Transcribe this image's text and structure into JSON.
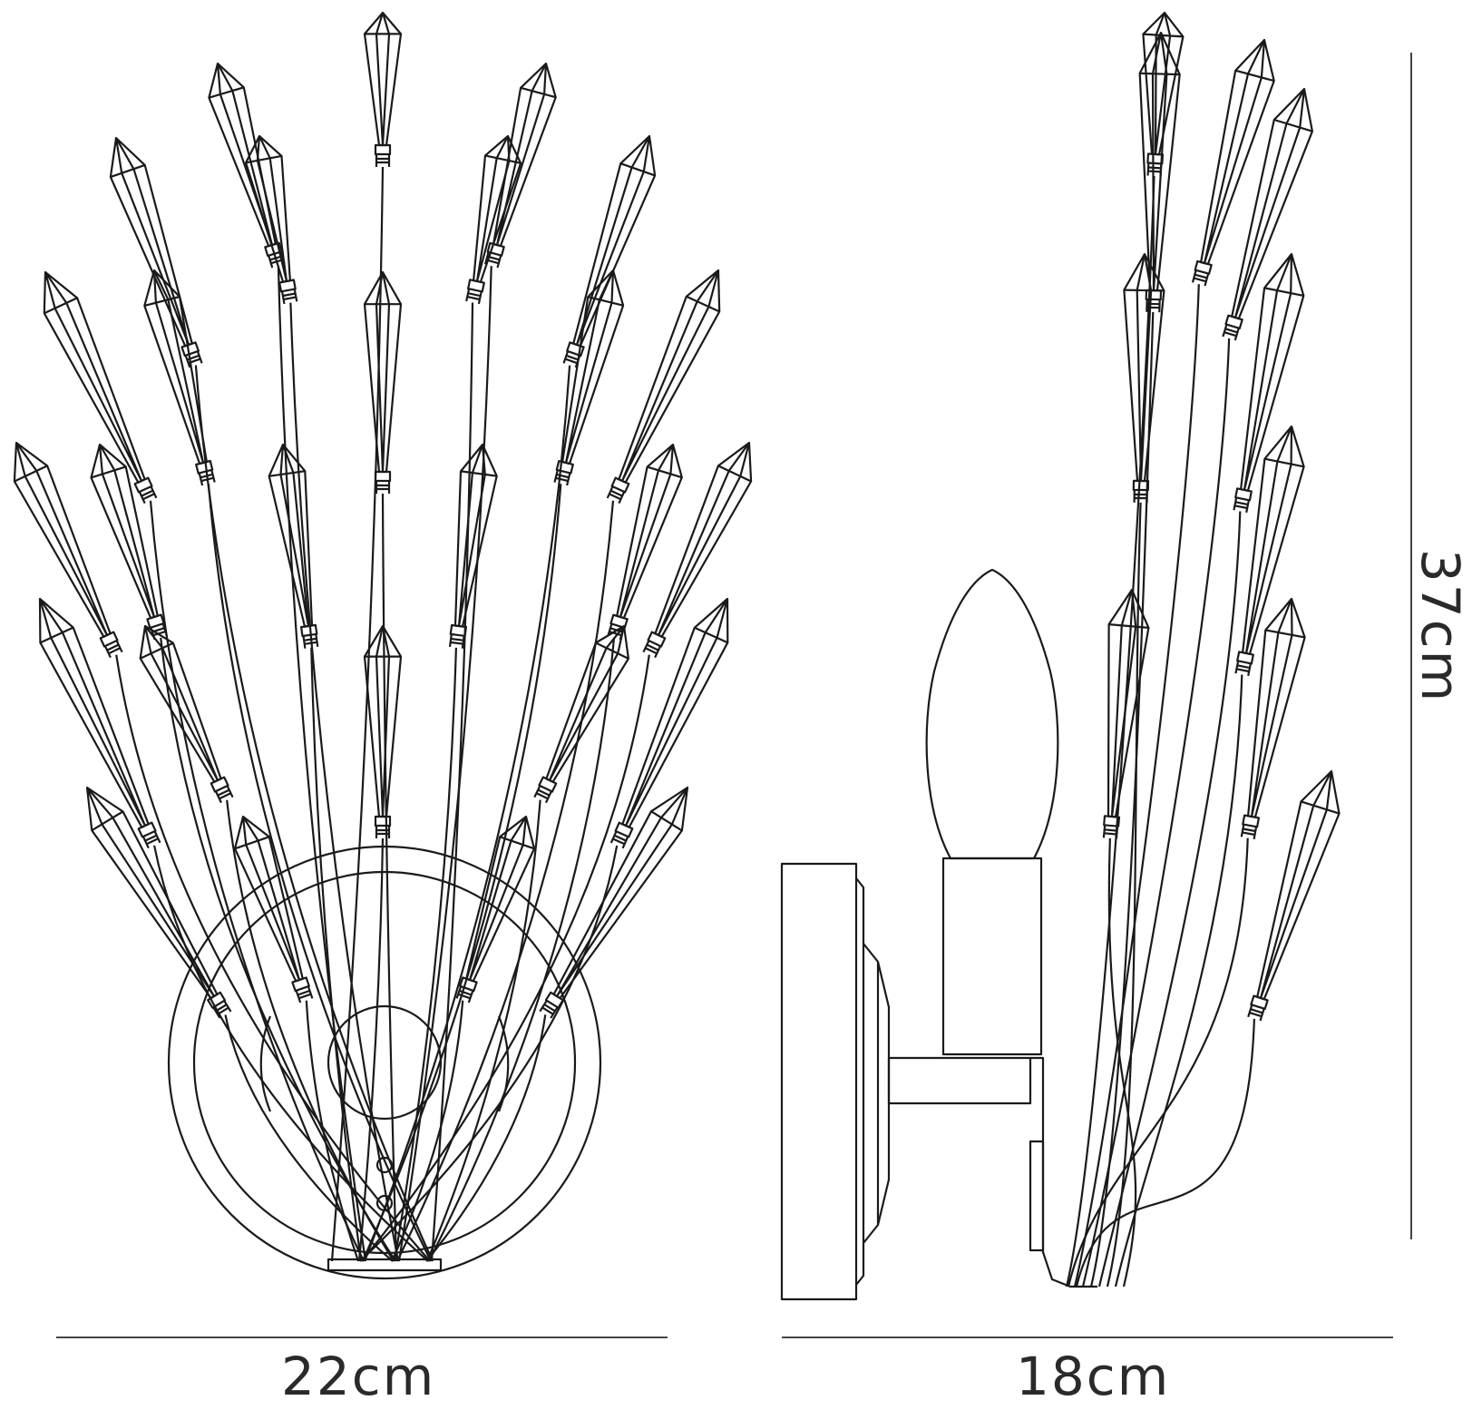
{
  "dimensions": {
    "front_width": "22cm",
    "side_width": "18cm",
    "height": "37cm"
  },
  "line_color": "#1a1a1a",
  "dimension_line_color": "#444444"
}
